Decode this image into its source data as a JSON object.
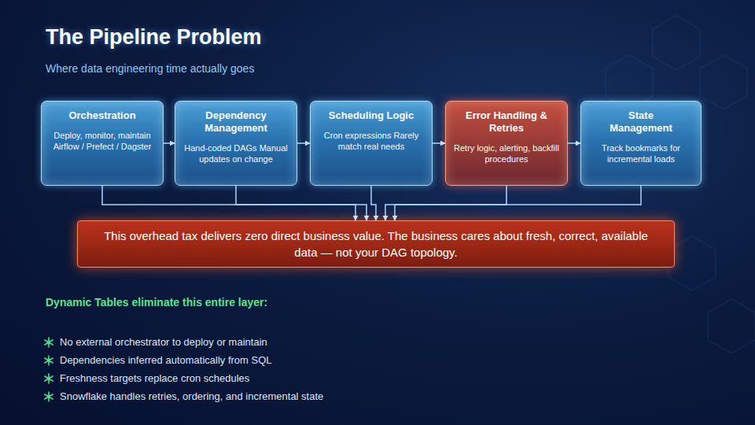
{
  "diagram": {
    "title": "The Pipeline Problem",
    "nodes": [
      {
        "text": [
          "Orchestration",
          "Deploy, monitor, maintain Airflow / Prefect / Dagster"
        ]
      },
      {
        "text": [
          "Dependency Management",
          "Hand-coded DAGs Manual updates on change"
        ]
      },
      {
        "text": [
          "Scheduling Logic",
          "Cron expressions Rarely match real needs"
        ]
      },
      {
        "text": [
          "Error Handling & Retries",
          "Retry logic, alerting, backfill procedures"
        ]
      },
      {
        "text": [
          "State Management",
          "Track bookmarks for incremental loads"
        ]
      },
      {
        "text": [
          "This overhead tax delivers zero direct business value. The business cares about fresh, correct, available data — not your DAG topology."
        ]
      }
    ],
    "edges": [
      {
        "from": 0,
        "to": 1,
        "arrow": "to"
      },
      {
        "from": 1,
        "to": 2,
        "arrow": "to"
      },
      {
        "from": 2,
        "to": 3,
        "arrow": "to"
      },
      {
        "from": 3,
        "to": 4,
        "arrow": "to"
      },
      {
        "from": 0,
        "to": 5,
        "arrow": "to"
      },
      {
        "from": 1,
        "to": 5,
        "arrow": "to"
      },
      {
        "from": 2,
        "to": 5,
        "arrow": "to"
      },
      {
        "from": 3,
        "to": 5,
        "arrow": "to"
      },
      {
        "from": 4,
        "to": 5,
        "arrow": "to"
      }
    ],
    "labels": [
      "Where data engineering time actually goes",
      "Dynamic Tables eliminate this entire layer:",
      "No external orchestrator to deploy or maintain",
      "Dependencies inferred automatically from SQL",
      "Freshness targets replace cron schedules",
      "Snowflake handles retries, ordering, and incremental state"
    ]
  }
}
